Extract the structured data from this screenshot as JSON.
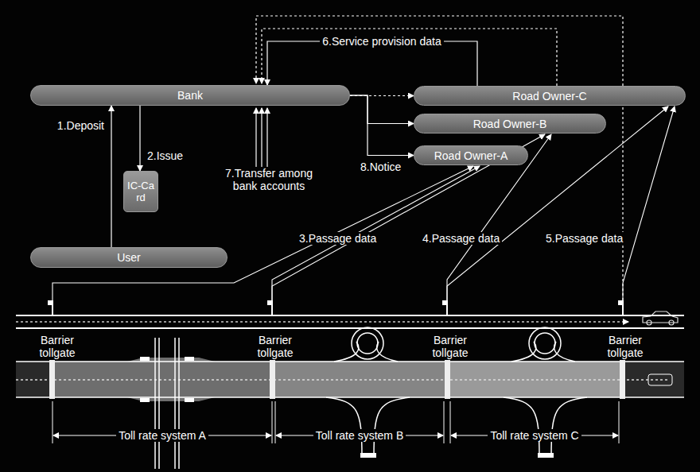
{
  "diagram": {
    "nodes": [
      {
        "text": [
          "Bank"
        ]
      },
      {
        "text": [
          "Road Owner-C"
        ]
      },
      {
        "text": [
          "Road Owner-B"
        ]
      },
      {
        "text": [
          "Road Owner-A"
        ]
      },
      {
        "text": [
          "IC-Card"
        ]
      },
      {
        "text": [
          "User"
        ]
      }
    ],
    "edges": [
      {
        "from": 5,
        "to": 0,
        "label": "1.Deposit",
        "arrow": "to"
      },
      {
        "from": 0,
        "to": 4,
        "label": "2.Issue",
        "arrow": "to"
      },
      {
        "from": 0,
        "to": 1,
        "arrow": "to"
      },
      {
        "from": 0,
        "to": 2,
        "arrow": "to"
      },
      {
        "from": 0,
        "to": 3,
        "label": "8.Notice",
        "arrow": "to"
      },
      {
        "from": 1,
        "to": 0,
        "label": "6.Service provision data",
        "arrow": "to"
      }
    ],
    "labels": [
      "3.Passage data",
      "4.Passage data",
      "5.Passage data",
      "7.Transfer among bank accounts",
      "Barrier tollgate",
      "Barrier tollgate",
      "Barrier tollgate",
      "Barrier tollgate",
      "Toll rate system A",
      "Toll rate system B",
      "Toll rate system C"
    ]
  }
}
